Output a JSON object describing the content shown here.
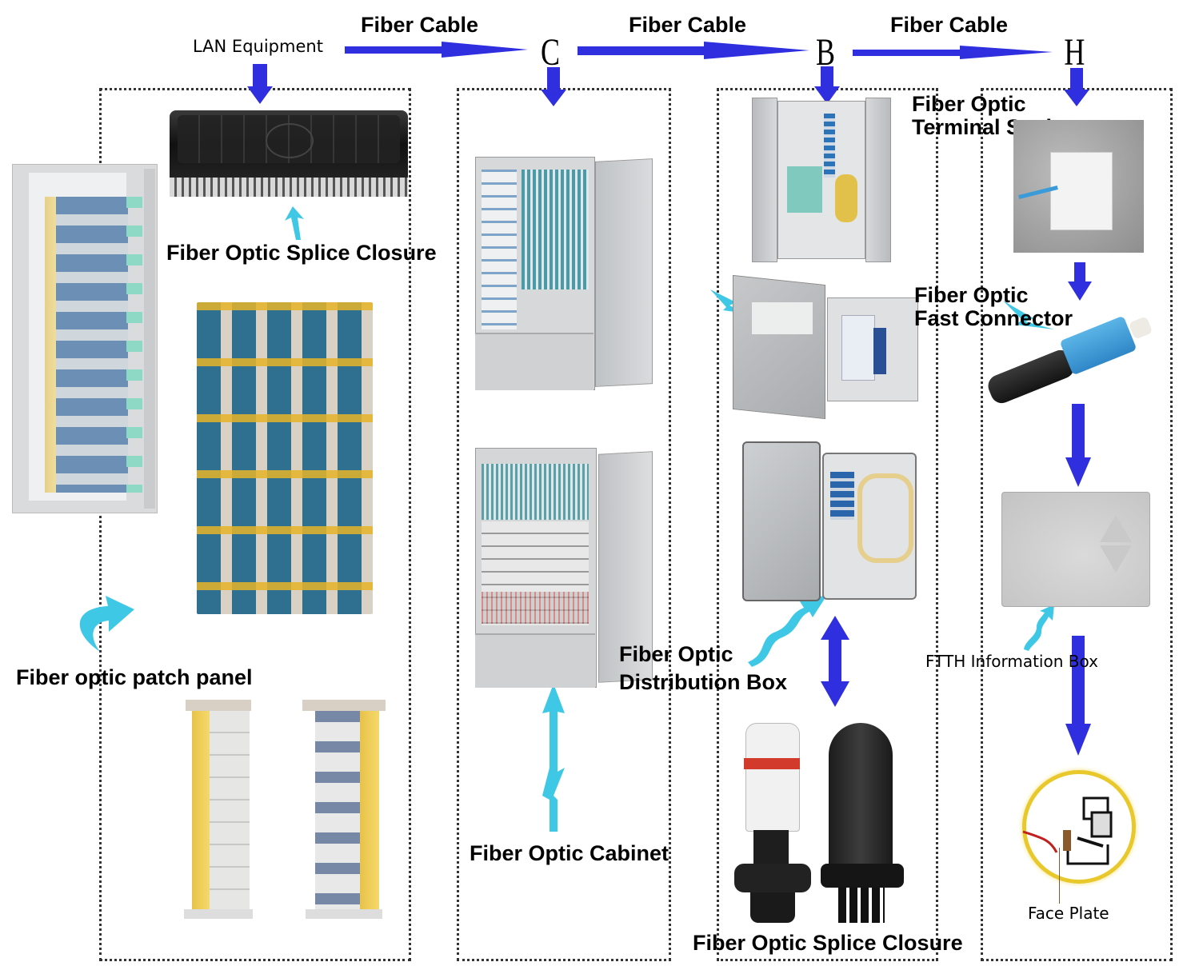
{
  "top_flow": {
    "source_label": "LAN Equipment",
    "cable_labels": [
      "Fiber Cable",
      "Fiber Cable",
      "Fiber Cable"
    ],
    "nodes": [
      "C",
      "B",
      "H"
    ]
  },
  "colors": {
    "arrow_blue": "#2f2fe0",
    "pointer_cyan": "#3ec8e6",
    "dotted_border": "#333333",
    "face_plate_ring": "#e8c82a"
  },
  "columns": [
    {
      "id": "lan",
      "items": [
        {
          "label": "Fiber Optic Splice Closure",
          "icon": "splice-closure-horizontal"
        },
        {
          "label": "Fiber optic patch panel",
          "icon": "patch-panel-rack"
        }
      ]
    },
    {
      "id": "c",
      "items": [
        {
          "label": "Fiber Optic Cabinet",
          "icon": "fiber-cabinet"
        }
      ]
    },
    {
      "id": "b",
      "items": [
        {
          "label": "Fiber Optic Distribution Box",
          "label_lines": [
            "Fiber Optic",
            "Distribution Box"
          ],
          "icon": "distribution-box"
        },
        {
          "label": "Fiber Optic Splice Closure",
          "icon": "splice-closure-dome"
        }
      ]
    },
    {
      "id": "h",
      "items": [
        {
          "label": "Fiber Optic Terminal Socket",
          "label_lines": [
            "Fiber Optic",
            "Terminal Socket"
          ],
          "icon": "terminal-socket"
        },
        {
          "label": "Fiber Optic Fast Connector",
          "label_lines": [
            "Fiber Optic",
            "Fast Connector"
          ],
          "icon": "fast-connector"
        },
        {
          "label": "FTTH Information Box",
          "icon": "ftth-box"
        },
        {
          "label": "Face Plate",
          "icon": "face-plate"
        }
      ]
    }
  ]
}
